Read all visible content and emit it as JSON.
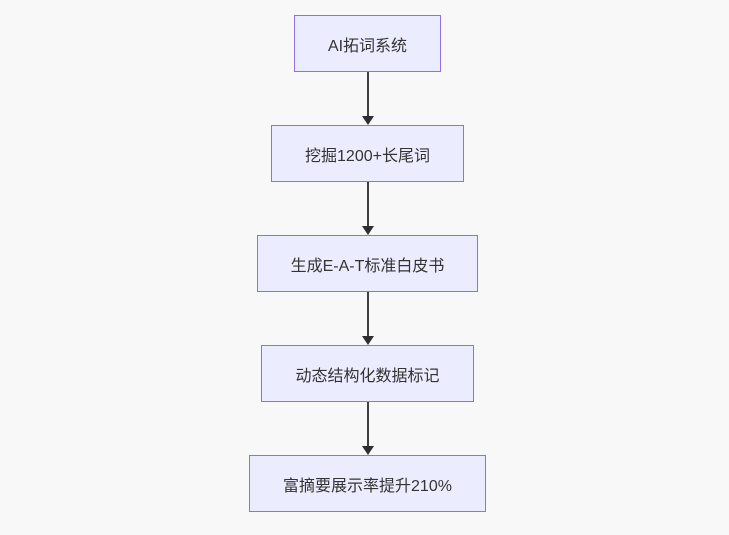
{
  "diagram": {
    "type": "flowchart-top-down",
    "background_color": "#f8f8f8",
    "node_fill_color": "#ececff",
    "node_border_color": "#9370db",
    "text_color": "#333333",
    "arrow_color": "#333333",
    "nodes": [
      {
        "id": "A",
        "label": "AI拓词系统"
      },
      {
        "id": "B",
        "label": "挖掘1200+长尾词"
      },
      {
        "id": "C",
        "label": "生成E-A-T标准白皮书"
      },
      {
        "id": "D",
        "label": "动态结构化数据标记"
      },
      {
        "id": "E",
        "label": "富摘要展示率提升210%"
      }
    ],
    "edges": [
      {
        "from": "A",
        "to": "B"
      },
      {
        "from": "B",
        "to": "C"
      },
      {
        "from": "C",
        "to": "D"
      },
      {
        "from": "D",
        "to": "E"
      }
    ]
  }
}
